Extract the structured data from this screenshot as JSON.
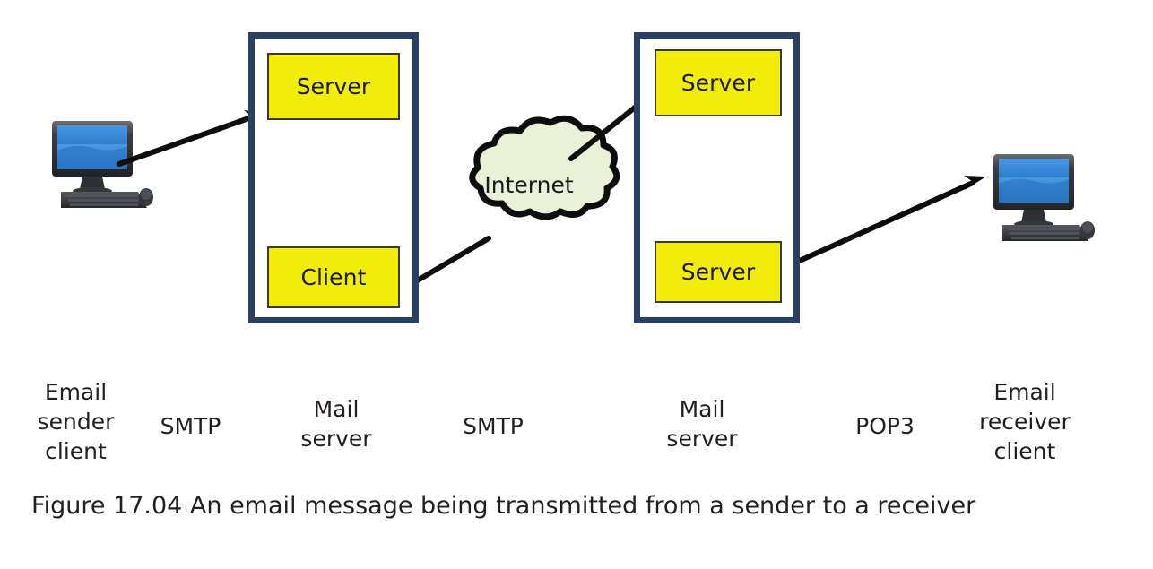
{
  "figure": {
    "caption": "Figure 17.04 An email message being transmitted from a sender to a receiver"
  },
  "diagram": {
    "cloud_label": "Internet",
    "groups": [
      {
        "id": "left",
        "name": "Mail server (sender side)",
        "nodes": [
          {
            "id": "left-server",
            "label": "Server"
          },
          {
            "id": "left-client",
            "label": "Client"
          }
        ]
      },
      {
        "id": "right",
        "name": "Mail server (receiver side)",
        "nodes": [
          {
            "id": "right-server-top",
            "label": "Server"
          },
          {
            "id": "right-server-bottom",
            "label": "Server"
          }
        ]
      }
    ],
    "endpoints": [
      {
        "id": "sender-computer",
        "icon": "desktop-computer-icon"
      },
      {
        "id": "receiver-computer",
        "icon": "desktop-computer-icon"
      }
    ],
    "labels": [
      {
        "id": "email-sender-client",
        "text": "Email\nsender\nclient"
      },
      {
        "id": "smtp-1",
        "text": "SMTP"
      },
      {
        "id": "mail-server-1",
        "text": "Mail\nserver"
      },
      {
        "id": "smtp-2",
        "text": "SMTP"
      },
      {
        "id": "mail-server-2",
        "text": "Mail\nserver"
      },
      {
        "id": "pop3",
        "text": "POP3"
      },
      {
        "id": "email-receiver-client",
        "text": "Email\nreceiver\nclient"
      }
    ],
    "connections": [
      {
        "from": "sender-computer",
        "to": "left-server",
        "protocol": "SMTP",
        "arrow": true
      },
      {
        "from": "left-server",
        "to": "left-client",
        "arrow": true
      },
      {
        "from": "left-client",
        "to": "internet-cloud",
        "arrow": false
      },
      {
        "from": "internet-cloud",
        "to": "right-server-top",
        "protocol": "SMTP",
        "arrow": true
      },
      {
        "from": "right-server-top",
        "to": "right-server-bottom",
        "arrow": true
      },
      {
        "from": "right-server-bottom",
        "to": "receiver-computer",
        "protocol": "POP3",
        "arrow": true
      }
    ]
  },
  "colors": {
    "node_fill": "#f2ec0b",
    "node_stroke": "#3b3a2a",
    "group_border": "#2b3f63",
    "cloud_fill": "#e9f1d9",
    "cloud_stroke": "#0d0d0d",
    "arrow": "#0d0d0d",
    "text": "#231f20",
    "screen_blue": "#2e7fd4",
    "background": "#ffffff"
  }
}
